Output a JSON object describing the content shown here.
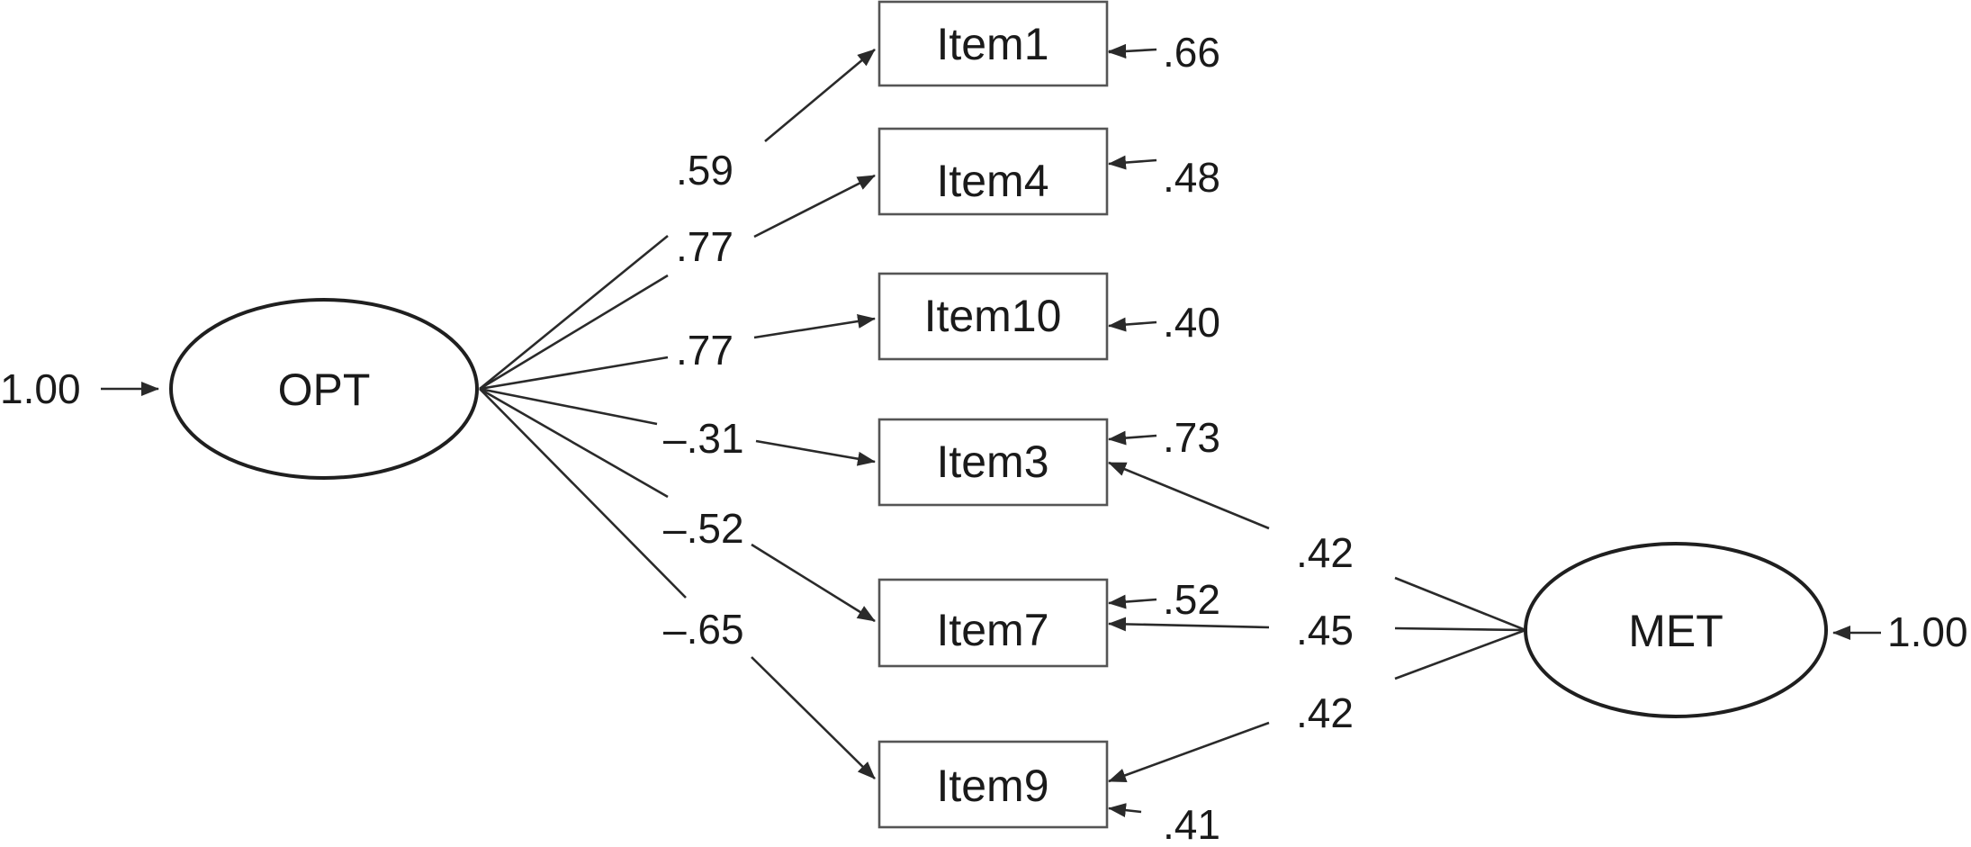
{
  "diagram": {
    "factors": {
      "opt": {
        "label": "OPT",
        "variance": "1.00"
      },
      "met": {
        "label": "MET",
        "variance": "1.00"
      }
    },
    "items": {
      "item1": {
        "label": "Item1",
        "residual": ".66"
      },
      "item4": {
        "label": "Item4",
        "residual": ".48"
      },
      "item10": {
        "label": "Item10",
        "residual": ".40"
      },
      "item3": {
        "label": "Item3",
        "residual": ".73"
      },
      "item7": {
        "label": "Item7",
        "residual": ".52"
      },
      "item9": {
        "label": "Item9",
        "residual": ".41"
      }
    },
    "loadings": {
      "opt_item1": ".59",
      "opt_item4": ".77",
      "opt_item10": ".77",
      "opt_item3": "–.31",
      "opt_item7": "–.52",
      "opt_item9": "–.65",
      "met_item3": ".42",
      "met_item7": ".45",
      "met_item9": ".42"
    }
  }
}
